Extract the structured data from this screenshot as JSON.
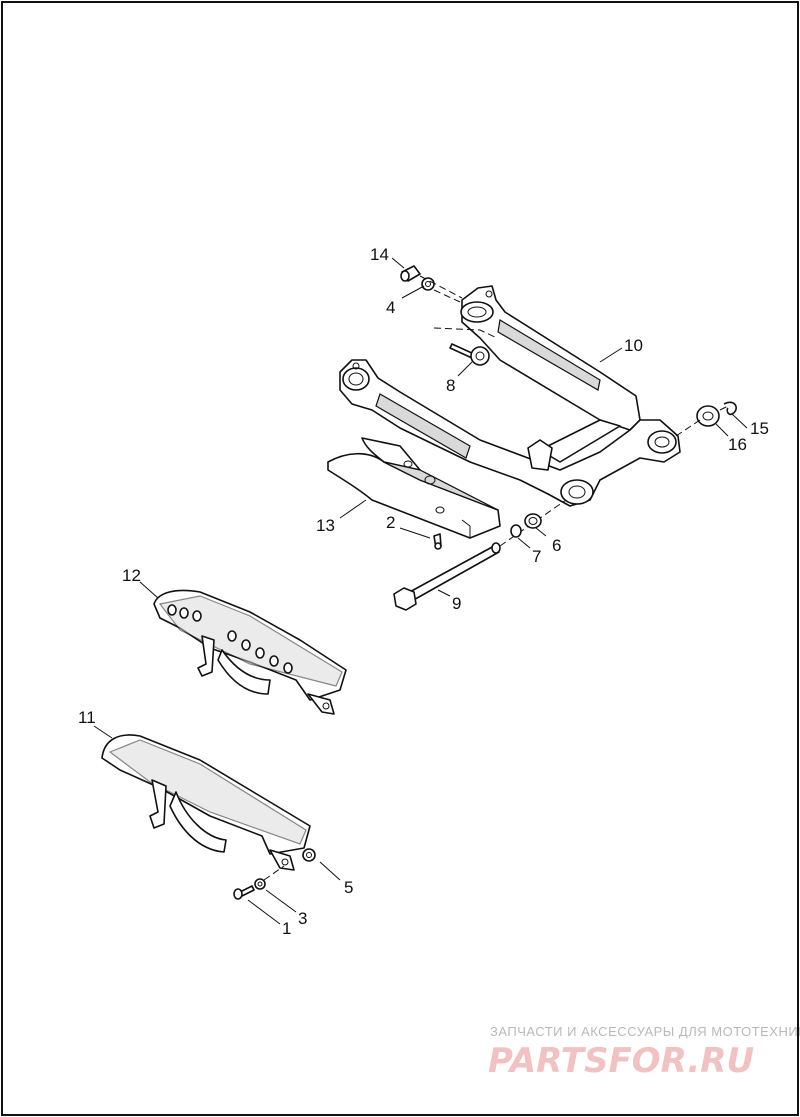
{
  "diagram": {
    "callouts": {
      "c1": "1",
      "c2": "2",
      "c3": "3",
      "c4": "4",
      "c5": "5",
      "c6": "6",
      "c7": "7",
      "c8": "8",
      "c9": "9",
      "c10": "10",
      "c11": "11",
      "c12": "12",
      "c13": "13",
      "c14": "14",
      "c15": "15",
      "c16": "16"
    }
  },
  "watermark": {
    "tagline": "ЗАПЧАСТИ И АКСЕССУАРЫ ДЛЯ МОТОТЕХНИКИ",
    "brand": "PARTSFOR.RU"
  },
  "colors": {
    "line": "#111111",
    "shade": "#d9d9d9",
    "watermark_text": "#b9b9b9",
    "watermark_brand": "#f2c2c2"
  }
}
